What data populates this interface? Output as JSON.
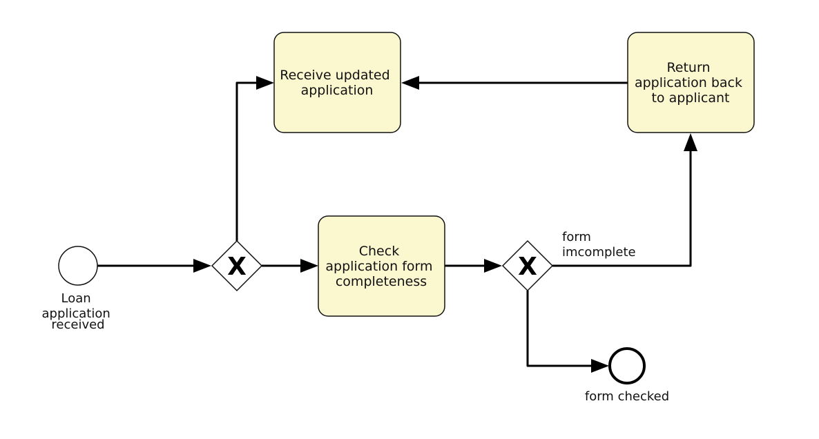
{
  "diagram": {
    "colors": {
      "task_fill": "#fbf7cf",
      "task_stroke": "#111111",
      "event_fill": "#ffffff",
      "flow": "#000000",
      "gateway_fill": "#ffffff"
    },
    "start_event": {
      "label_lines": [
        "Loan",
        "application",
        "received"
      ]
    },
    "gateway_1": {
      "marker": "X"
    },
    "gateway_2": {
      "marker": "X"
    },
    "tasks": {
      "check": {
        "lines": [
          "Check",
          "application form",
          "completeness"
        ]
      },
      "receive": {
        "lines": [
          "Receive updated",
          "application"
        ]
      },
      "return": {
        "lines": [
          "Return",
          "application back",
          "to applicant"
        ]
      }
    },
    "flows": {
      "incomplete_label": [
        "form",
        "imcomplete"
      ]
    },
    "end_event": {
      "label": "form checked"
    }
  }
}
